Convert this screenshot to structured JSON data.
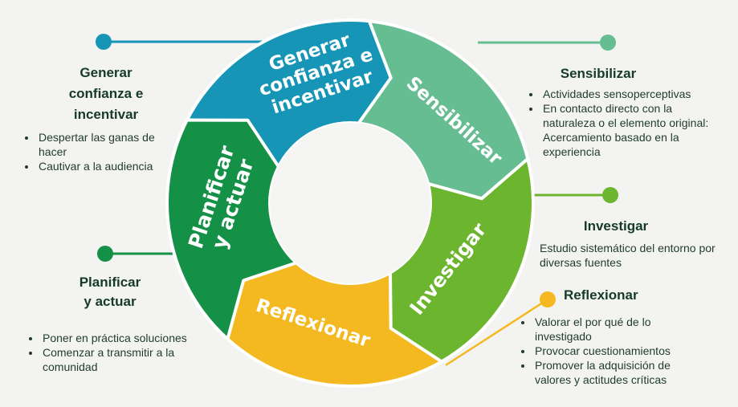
{
  "colors": {
    "generar": "#1795b6",
    "sensibilizar": "#67bd92",
    "investigar": "#6cb52f",
    "reflexionar": "#f4b920",
    "planificar": "#149047",
    "background": "#f3f3f1"
  },
  "wheel": {
    "generar": [
      "Generar",
      "confianza e",
      "incentivar"
    ],
    "sensibilizar": "Sensibilizar",
    "investigar": "Investigar",
    "reflexionar": "Reflexionar",
    "planificar": [
      "Planificar",
      "y actuar"
    ]
  },
  "panels": {
    "generar": {
      "title": [
        "Generar",
        "confianza e",
        "incentivar"
      ],
      "bullets": [
        "Despertar las ganas de hacer",
        "Cautivar a la audiencia"
      ]
    },
    "sensibilizar": {
      "title": "Sensibilizar",
      "bullets": [
        "Actividades sensoperceptivas",
        "En contacto directo con la naturaleza o el elemento original: Acercamiento basado en la experiencia"
      ]
    },
    "investigar": {
      "title": "Investigar",
      "text": "Estudio sistemático del entorno por diversas fuentes"
    },
    "reflexionar": {
      "title": "Reflexionar",
      "bullets": [
        "Valorar el por qué de lo investigado",
        "Provocar cuestionamientos",
        "Promover la adquisición de valores y actitudes críticas"
      ]
    },
    "planificar": {
      "title": [
        "Planificar",
        "y actuar"
      ],
      "bullets": [
        "Poner en práctica soluciones",
        "Comenzar a transmitir a la comunidad"
      ]
    }
  }
}
